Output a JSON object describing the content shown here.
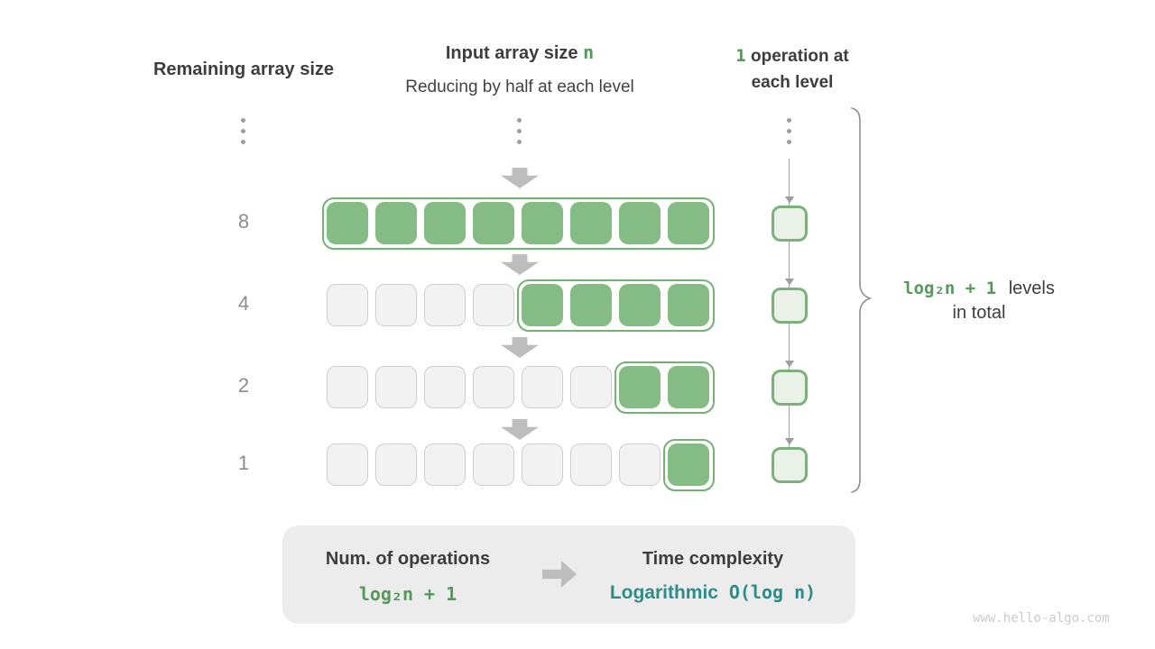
{
  "headers": {
    "left": "Remaining array size",
    "center_title": "Input array size",
    "center_var": "n",
    "center_subtitle": "Reducing by half at each level",
    "right_count": "1",
    "right_line1": "operation at",
    "right_line2": "each level"
  },
  "levels": [
    {
      "remaining": "8",
      "cells_total": 8,
      "active_start": 0,
      "active_count": 8
    },
    {
      "remaining": "4",
      "cells_total": 8,
      "active_start": 4,
      "active_count": 4
    },
    {
      "remaining": "2",
      "cells_total": 8,
      "active_start": 6,
      "active_count": 2
    },
    {
      "remaining": "1",
      "cells_total": 8,
      "active_start": 7,
      "active_count": 1
    }
  ],
  "brace_note": {
    "formula": "log₂n + 1",
    "suffix": "levels",
    "line2": "in total"
  },
  "summary": {
    "operations_label": "Num. of operations",
    "operations_formula": "log₂n + 1",
    "complexity_label": "Time complexity",
    "complexity_name": "Logarithmic",
    "complexity_notation": "O(log n)"
  },
  "watermark": "www.hello-algo.com",
  "colors": {
    "cell_green": "#85BC85",
    "cell_green_border": "#74B274",
    "cell_light_green": "#EAF2E7",
    "cell_light_border": "#7CB17C",
    "cell_gray": "#F2F2F2",
    "cell_gray_border": "#CFCFCF",
    "text_green": "#569A5A",
    "text_teal": "#2E8C86",
    "text_dark": "#3D3D3D",
    "num_gray": "#8C8C8C",
    "arrow_gray": "#BDBDBD",
    "line_gray": "#A3A3A3",
    "box_bg": "#ECECEC",
    "watermark_gray": "#CBCBCB"
  }
}
